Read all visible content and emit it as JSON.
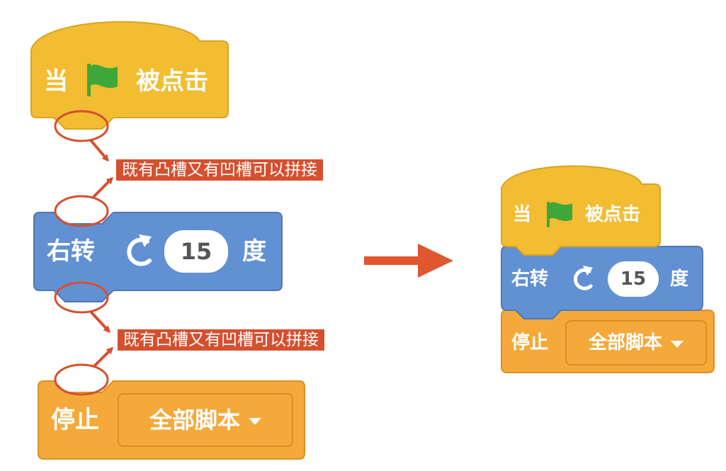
{
  "colors": {
    "event": "#f2bd32",
    "event_border": "#d9a420",
    "motion": "#6291d3",
    "motion_border": "#4f78b3",
    "control": "#f4a93a",
    "control_border": "#db8f22",
    "annotation": "#d5502f",
    "flag": "#3fa63a"
  },
  "blocks": {
    "when_flag": {
      "prefix": "当",
      "flag_icon": "green-flag-icon",
      "suffix": "被点击"
    },
    "turn_right": {
      "label": "右转",
      "rotate_icon": "rotate-clockwise-icon",
      "degrees": "15",
      "unit": "度"
    },
    "stop": {
      "label": "停止",
      "option": "全部脚本",
      "caret_icon": "dropdown-caret-icon"
    }
  },
  "annotations": {
    "callout_1": "既有凸槽又有凹槽可以拼接",
    "callout_2": "既有凸槽又有凹槽可以拼接"
  }
}
